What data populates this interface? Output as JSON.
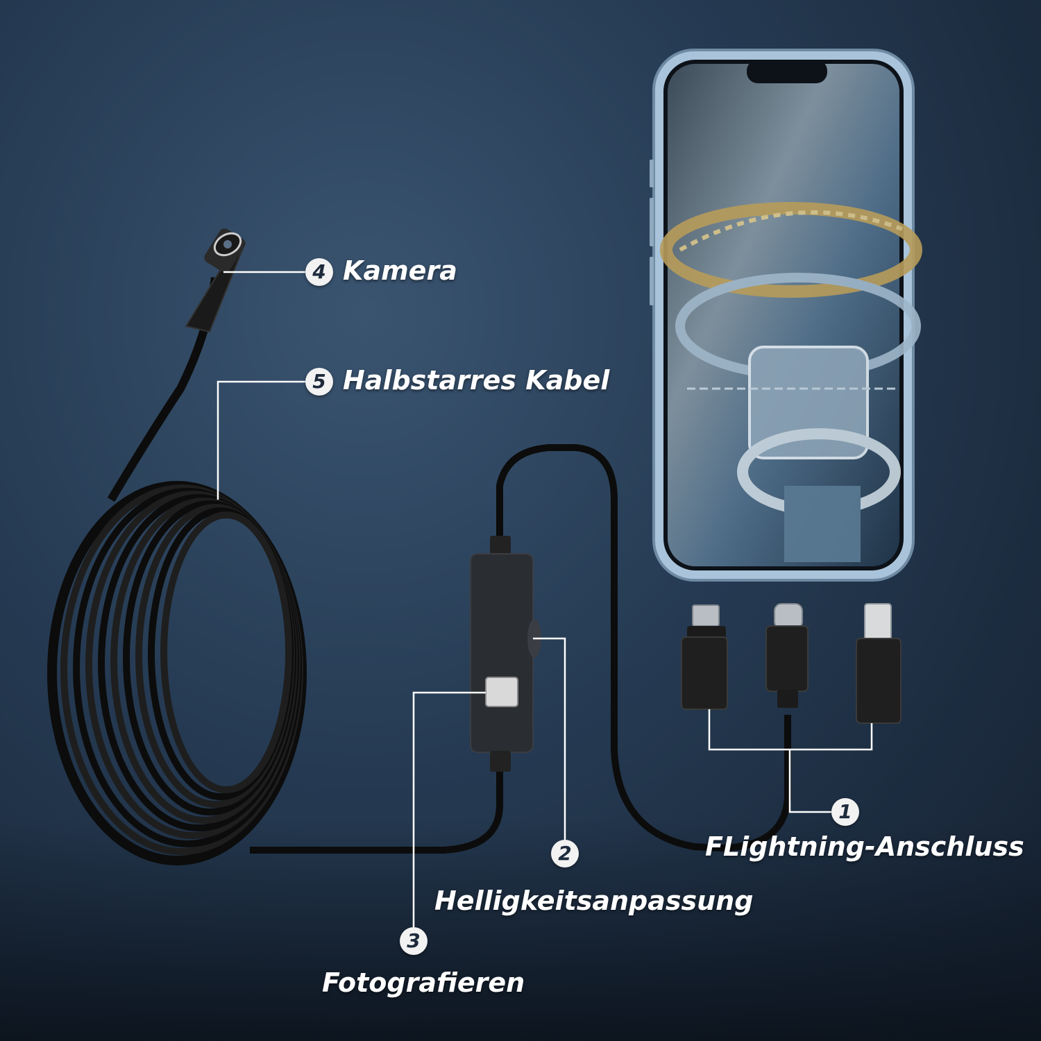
{
  "callouts": {
    "c1": {
      "number": "1",
      "label": "FLightning-Anschluss"
    },
    "c2": {
      "number": "2",
      "label": "Helligkeitsanpassung"
    },
    "c3": {
      "number": "3",
      "label": "Fotografieren"
    },
    "c4": {
      "number": "4",
      "label": "Kamera"
    },
    "c5": {
      "number": "5",
      "label": "Halbstarres Kabel"
    }
  },
  "colors": {
    "background": "#253a52",
    "text": "#ffffff",
    "badge": "#f2f2f2",
    "phone_frame": "#a9c4da",
    "cable": "#111111"
  },
  "icons": {
    "connectors": [
      "micro-usb-connector-icon",
      "usb-c-connector-icon",
      "lightning-connector-icon"
    ],
    "photo_button": "camera-shutter-button-icon"
  }
}
